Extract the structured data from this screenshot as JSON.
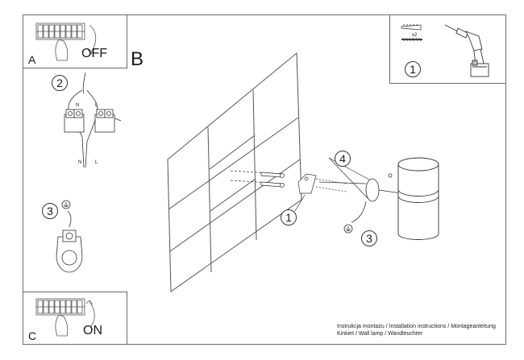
{
  "panels": {
    "a": {
      "letter": "A",
      "state": "OFF"
    },
    "b": {
      "letter": "B"
    },
    "c": {
      "letter": "C",
      "state": "ON"
    }
  },
  "tools": {
    "step": "1",
    "anchor_count": "x2"
  },
  "wiring": {
    "step": "2",
    "neutral": "N",
    "live": "L"
  },
  "earth": {
    "step": "3"
  },
  "main_steps": {
    "wall_plate": "1",
    "earth": "3",
    "cable": "4"
  },
  "caption": {
    "line1": "Instrukcja montażu / Installation instructions / Montageanleitung",
    "line2": "Kinkiet / Wall lamp / Wandleuchter"
  }
}
